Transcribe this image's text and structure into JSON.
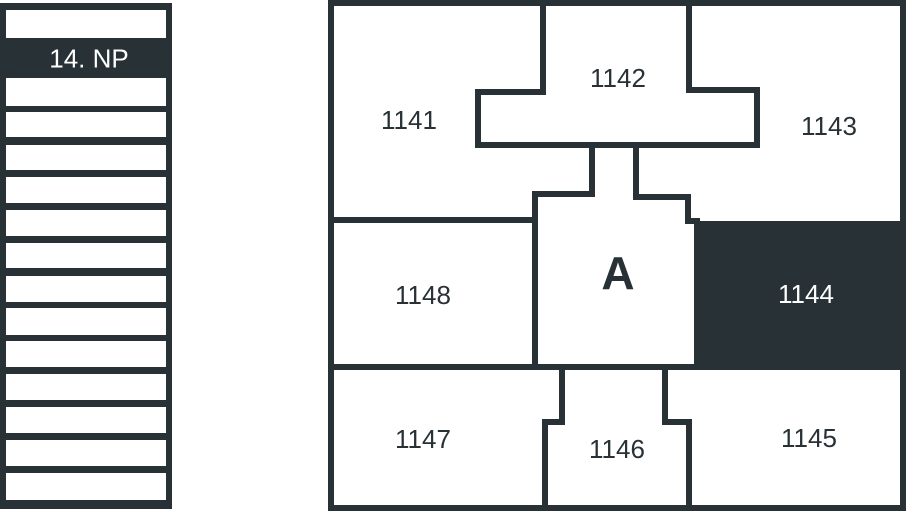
{
  "colors": {
    "wall": "#283135",
    "highlight": "#283135",
    "background": "#ffffff"
  },
  "floors": {
    "selected_index": 1,
    "items": [
      "",
      "14. NP",
      "",
      "",
      "",
      "",
      "",
      "",
      "",
      "",
      "",
      "",
      "",
      "",
      ""
    ]
  },
  "plan": {
    "core_label": "A",
    "rooms": [
      {
        "id": "1141",
        "label": "1141",
        "selected": false
      },
      {
        "id": "1142",
        "label": "1142",
        "selected": false
      },
      {
        "id": "1143",
        "label": "1143",
        "selected": false
      },
      {
        "id": "1144",
        "label": "1144",
        "selected": true
      },
      {
        "id": "1145",
        "label": "1145",
        "selected": false
      },
      {
        "id": "1146",
        "label": "1146",
        "selected": false
      },
      {
        "id": "1147",
        "label": "1147",
        "selected": false
      },
      {
        "id": "1148",
        "label": "1148",
        "selected": false
      }
    ]
  }
}
